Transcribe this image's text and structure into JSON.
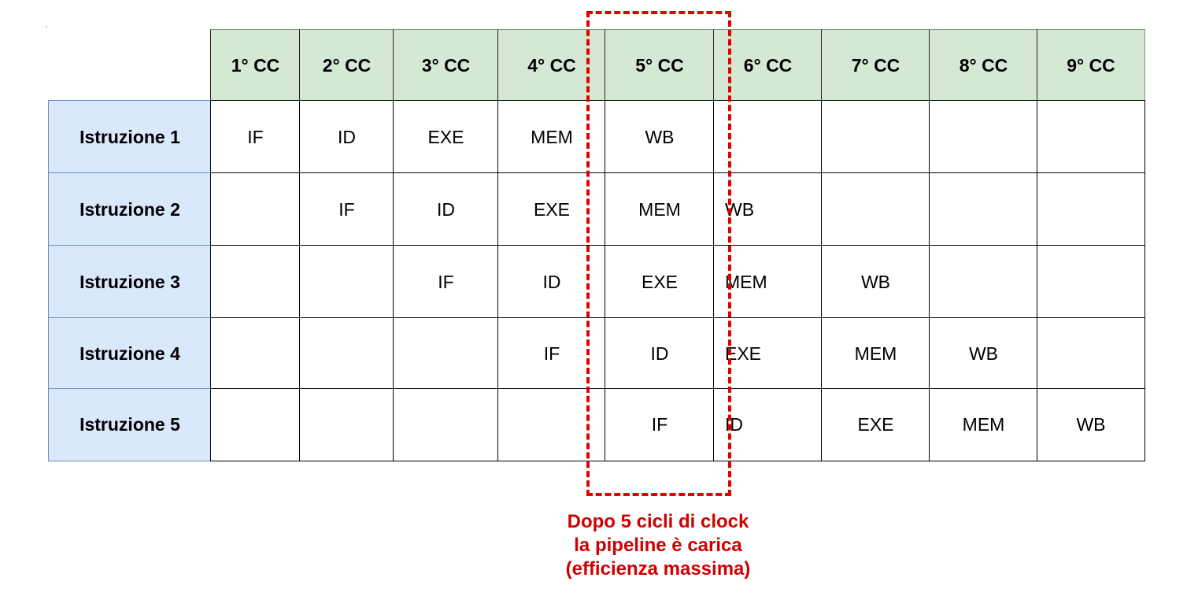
{
  "diagram": {
    "columns": [
      "1° CC",
      "2° CC",
      "3° CC",
      "4° CC",
      "5° CC",
      "6° CC",
      "7° CC",
      "8° CC",
      "9° CC"
    ],
    "rows": [
      {
        "label": "Istruzione 1",
        "cells": [
          "IF",
          "ID",
          "EXE",
          "MEM",
          "WB",
          "",
          "",
          "",
          ""
        ]
      },
      {
        "label": "Istruzione 2",
        "cells": [
          "",
          "IF",
          "ID",
          "EXE",
          "MEM",
          "WB",
          "",
          "",
          ""
        ]
      },
      {
        "label": "Istruzione 3",
        "cells": [
          "",
          "",
          "IF",
          "ID",
          "EXE",
          "MEM",
          "WB",
          "",
          ""
        ]
      },
      {
        "label": "Istruzione  4",
        "cells": [
          "",
          "",
          "",
          "IF",
          "ID",
          "EXE",
          "MEM",
          "WB",
          ""
        ]
      },
      {
        "label": "Istruzione 5",
        "cells": [
          "",
          "",
          "",
          "",
          "IF",
          "ID",
          "EXE",
          "MEM",
          "WB"
        ]
      }
    ],
    "note": {
      "lines": [
        "Dopo 5 cicli di clock",
        "la pipeline è carica",
        "(efficienza massima)"
      ],
      "color": "#d00000"
    },
    "colors": {
      "header_fill": "#d5e8d4",
      "row_header_fill": "#dae8fc",
      "highlight": "#e00000"
    }
  }
}
